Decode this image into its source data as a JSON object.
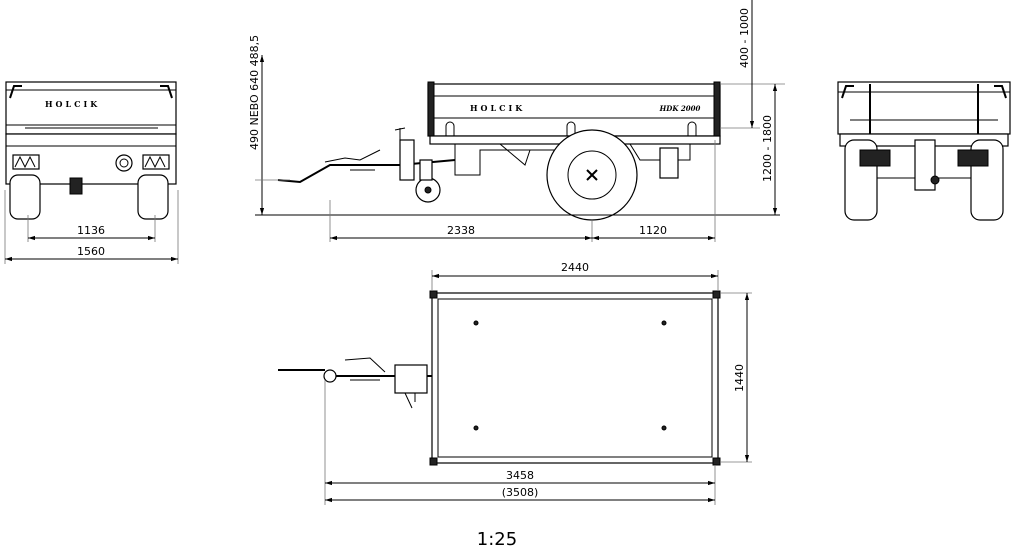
{
  "drawing": {
    "brand": "HOLCIK",
    "model": "HDK 2000",
    "scale": "1:25"
  },
  "dimensions": {
    "rear_track": "1136",
    "rear_width": "1560",
    "drawbar_height": "490 NEBO 640  488,5",
    "side_hitch_to_axle": "2338",
    "side_axle_to_rear": "1120",
    "side_sideboard_height": "400 - 1000",
    "side_total_height": "1200 - 1800",
    "top_box_length": "2440",
    "top_box_width": "1440",
    "top_total_length": "3458",
    "top_total_length_alt": "(3508)"
  }
}
